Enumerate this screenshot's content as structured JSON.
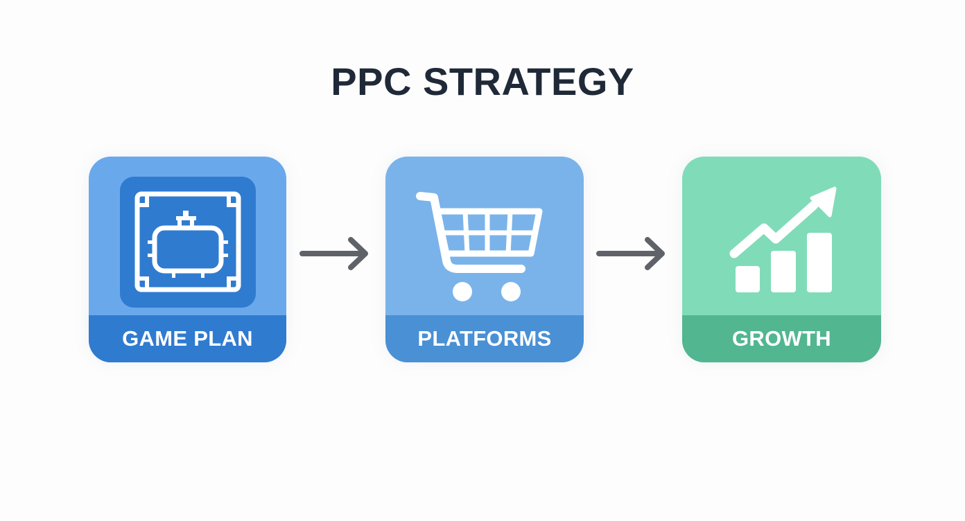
{
  "title": "PPC STRATEGY",
  "colors": {
    "title": "#1f2937",
    "arrow": "#5f6369",
    "game_plan": {
      "card": "#6aa8ec",
      "band": "#2f7bd0",
      "inner": "#2f7bd0",
      "icon": "#ffffff"
    },
    "platforms": {
      "card": "#7ab3ea",
      "band": "#4a90d4",
      "icon": "#ffffff"
    },
    "growth": {
      "card": "#80dcb8",
      "band": "#52b690",
      "icon": "#ffffff"
    }
  },
  "steps": [
    {
      "label": "GAME PLAN",
      "icon": "circuit-board-icon"
    },
    {
      "label": "PLATFORMS",
      "icon": "shopping-cart-icon"
    },
    {
      "label": "GROWTH",
      "icon": "growth-chart-icon"
    }
  ],
  "connectors": [
    {
      "from": "GAME PLAN",
      "to": "PLATFORMS",
      "icon": "arrow-right-icon"
    },
    {
      "from": "PLATFORMS",
      "to": "GROWTH",
      "icon": "arrow-right-icon"
    }
  ]
}
